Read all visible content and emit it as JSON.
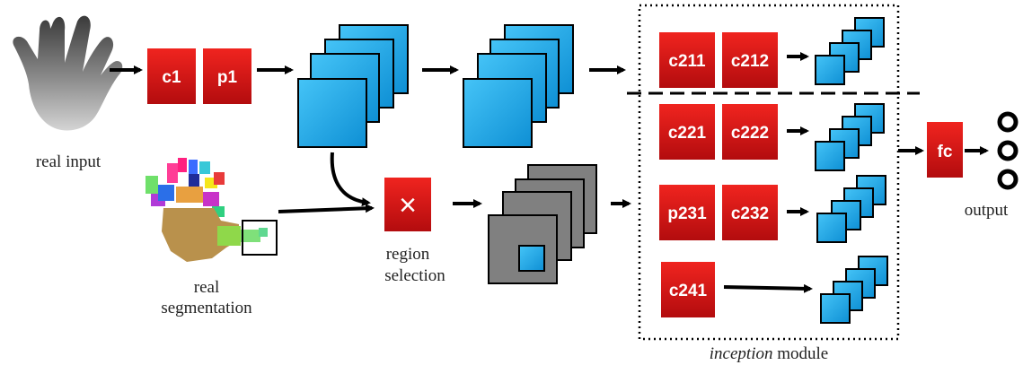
{
  "labels": {
    "real_input": "real input",
    "real_segmentation_1": "real",
    "real_segmentation_2": "segmentation",
    "region_selection_1": "region",
    "region_selection_2": "selection",
    "inception_italic": "inception",
    "inception_rest": " module",
    "output": "output"
  },
  "blocks": {
    "c1": "c1",
    "p1": "p1",
    "c211": "c211",
    "c212": "c212",
    "c221": "c221",
    "c222": "c222",
    "p231": "p231",
    "c232": "c232",
    "c241": "c241",
    "fc": "fc",
    "multiply": "×"
  },
  "colors": {
    "block_red": "#e0141a",
    "block_red_dark": "#a50a0c",
    "feature_blue": "#1a9fe0",
    "feature_blue_light": "#3fc0f5",
    "region_gray": "#808080",
    "arrow": "#000000"
  }
}
